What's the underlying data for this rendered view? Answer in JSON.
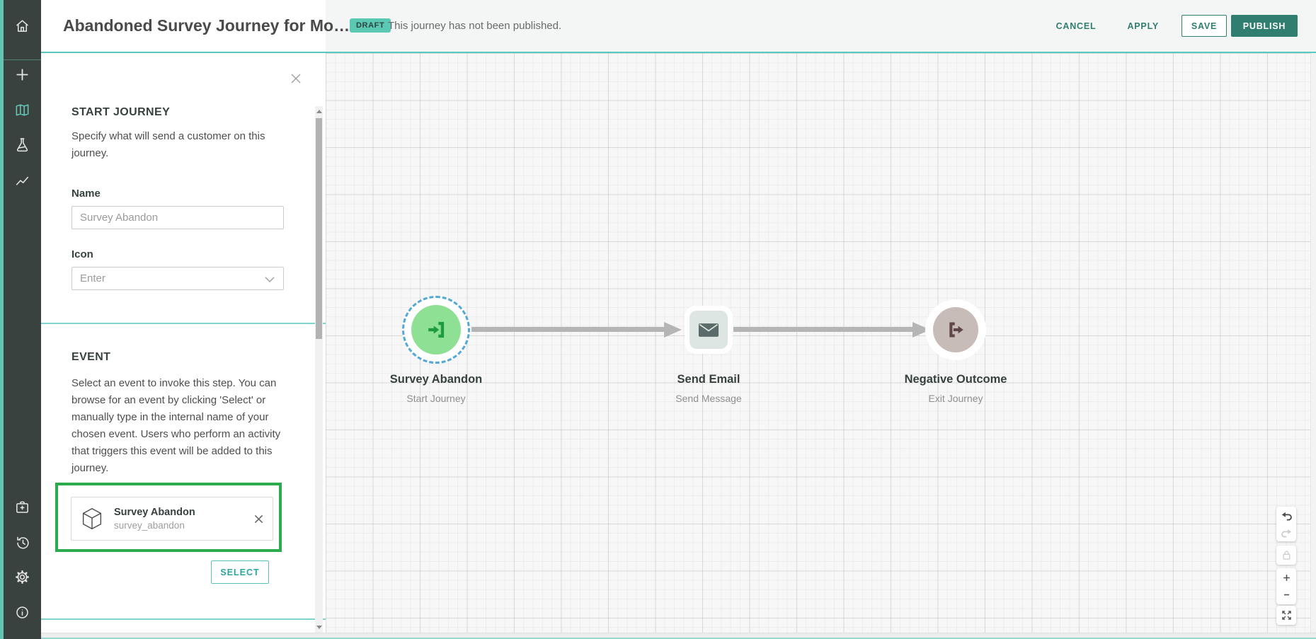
{
  "app": {
    "accent_color": "#2f7e70",
    "badge_bg": "#5ac8b3",
    "highlight_green": "#2baa4e",
    "selected_node_ring": "#54a9d4"
  },
  "header": {
    "title": "Abandoned Survey Journey for Mo…",
    "badge": "DRAFT",
    "status": "This journey has not been published.",
    "actions": {
      "cancel": "CANCEL",
      "apply": "APPLY",
      "save": "SAVE",
      "publish": "PUBLISH"
    }
  },
  "sidebar": {
    "icons": [
      "home",
      "add",
      "journeys-map",
      "experiments-flask",
      "analytics-chart",
      "deploy-box",
      "history",
      "settings",
      "info"
    ],
    "active": "journeys-map"
  },
  "panel": {
    "start_journey": {
      "heading": "START JOURNEY",
      "description": "Specify what will send a customer on this journey.",
      "name_label": "Name",
      "name_value": "Survey Abandon",
      "icon_label": "Icon",
      "icon_value": "Enter"
    },
    "event": {
      "heading": "EVENT",
      "description": "Select an event to invoke this step. You can browse for an event by clicking 'Select' or manually type in the internal name of your chosen event. Users who perform an activity that triggers this event will be added to this journey.",
      "selected_event_title": "Survey Abandon",
      "selected_event_internal": "survey_abandon",
      "select_button": "SELECT"
    }
  },
  "canvas": {
    "nodes": [
      {
        "title": "Survey Abandon",
        "subtitle": "Start Journey",
        "type": "start",
        "selected": true
      },
      {
        "title": "Send Email",
        "subtitle": "Send Message",
        "type": "send-message",
        "selected": false
      },
      {
        "title": "Negative Outcome",
        "subtitle": "Exit Journey",
        "type": "exit",
        "selected": false
      }
    ],
    "controls": [
      "undo",
      "redo",
      "lock",
      "zoom-in",
      "zoom-out",
      "fullscreen"
    ]
  }
}
